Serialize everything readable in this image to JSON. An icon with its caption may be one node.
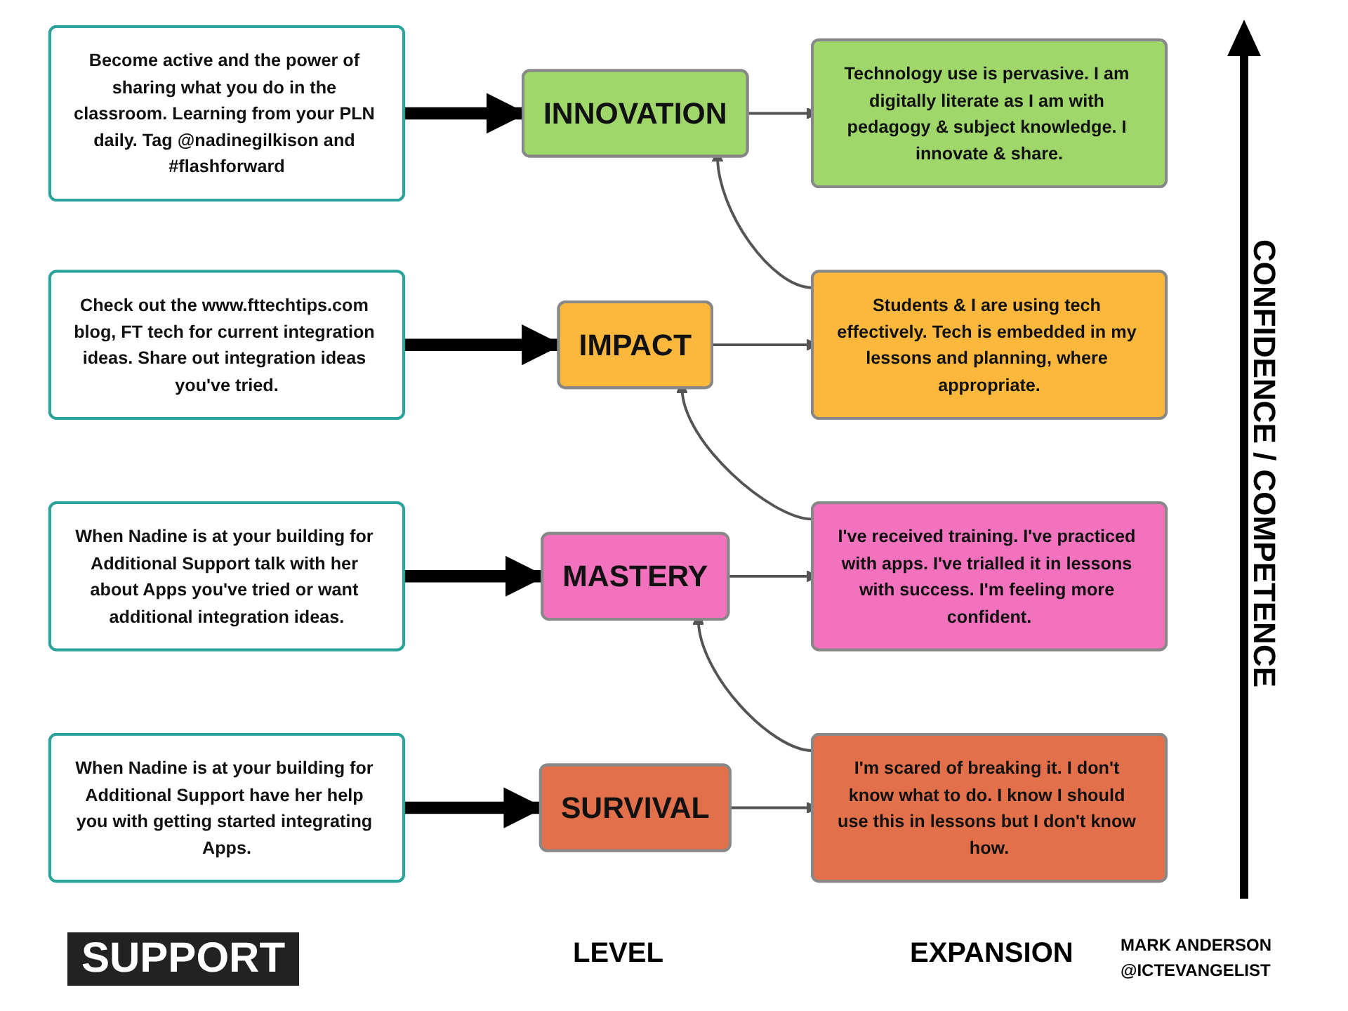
{
  "diagram": {
    "nodes": [
      {
        "text": [
          "Become active and the power of sharing what you do in the classroom. Learning from your PLN daily. Tag @nadinegilkison and #flashforward"
        ]
      },
      {
        "text": [
          "Check out the www.fttechtips.com blog, FT tech for current integration ideas. Share out integration ideas you've tried."
        ]
      },
      {
        "text": [
          "When Nadine is at your building for Additional Support talk with her about Apps you've tried or want additional integration ideas."
        ]
      },
      {
        "text": [
          "When Nadine is at your building for Additional Support have her help you with getting started integrating Apps."
        ]
      },
      {
        "text": [
          "INNOVATION"
        ]
      },
      {
        "text": [
          "IMPACT"
        ]
      },
      {
        "text": [
          "MASTERY"
        ]
      },
      {
        "text": [
          "SURVIVAL"
        ]
      },
      {
        "text": [
          "Technology use is pervasive. I am digitally literate as I am with pedagogy & subject knowledge. I innovate & share."
        ]
      },
      {
        "text": [
          "Students & I are using tech effectively. Tech is embedded in my lessons and planning, where appropriate."
        ]
      },
      {
        "text": [
          "I've received training. I've practiced with apps. I've trialled it in lessons with success. I'm feeling more confident."
        ]
      },
      {
        "text": [
          "I'm scared of breaking it. I don't know what to do. I know I should use this in lessons but I don't know how."
        ]
      }
    ],
    "edges": [
      {
        "from": 0,
        "to": 4,
        "arrow": "to",
        "style": "thick",
        "color": "#000000"
      },
      {
        "from": 1,
        "to": 5,
        "arrow": "to",
        "style": "thick",
        "color": "#000000"
      },
      {
        "from": 2,
        "to": 6,
        "arrow": "to",
        "style": "thick",
        "color": "#000000"
      },
      {
        "from": 3,
        "to": 7,
        "arrow": "to",
        "style": "thick",
        "color": "#000000"
      },
      {
        "from": 4,
        "to": 8,
        "arrow": "to"
      },
      {
        "from": 5,
        "to": 9,
        "arrow": "to"
      },
      {
        "from": 6,
        "to": 10,
        "arrow": "to"
      },
      {
        "from": 7,
        "to": 11,
        "arrow": "to"
      },
      {
        "from": 9,
        "to": 4,
        "arrow": "to"
      },
      {
        "from": 10,
        "to": 5,
        "arrow": "to"
      },
      {
        "from": 11,
        "to": 6,
        "arrow": "to"
      }
    ],
    "labels": [
      "SUPPORT",
      "LEVEL",
      "EXPANSION",
      "CONFIDENCE / COMPETENCE",
      "MARK ANDERSON",
      "@ICTEVANGELIST"
    ]
  }
}
